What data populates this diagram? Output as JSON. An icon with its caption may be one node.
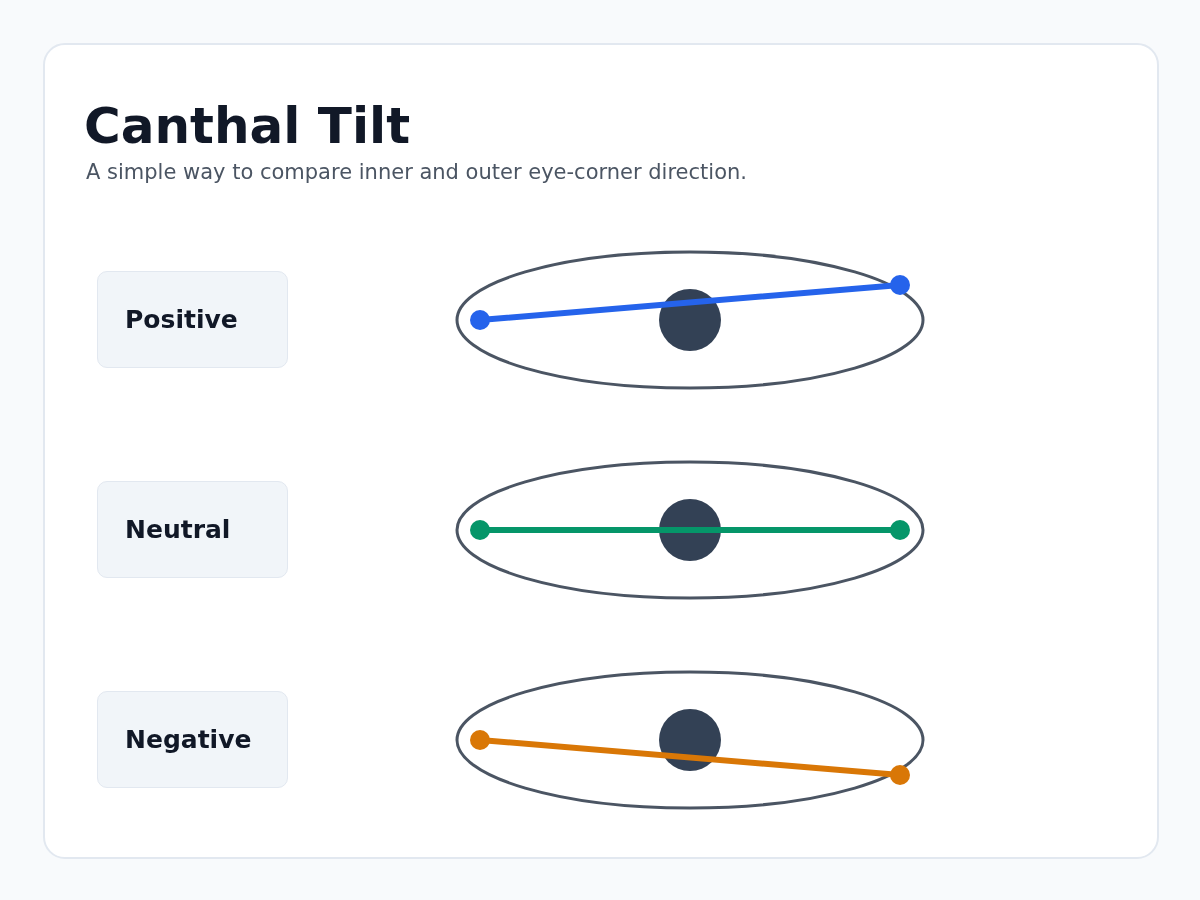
{
  "diagram": {
    "title": "Canthal Tilt",
    "nodes": [
      {
        "text": [
          "Positive"
        ]
      },
      {
        "text": [
          "Neutral"
        ]
      },
      {
        "text": [
          "Negative"
        ]
      }
    ],
    "labels": [
      "A simple way to compare inner and outer eye-corner direction."
    ]
  }
}
